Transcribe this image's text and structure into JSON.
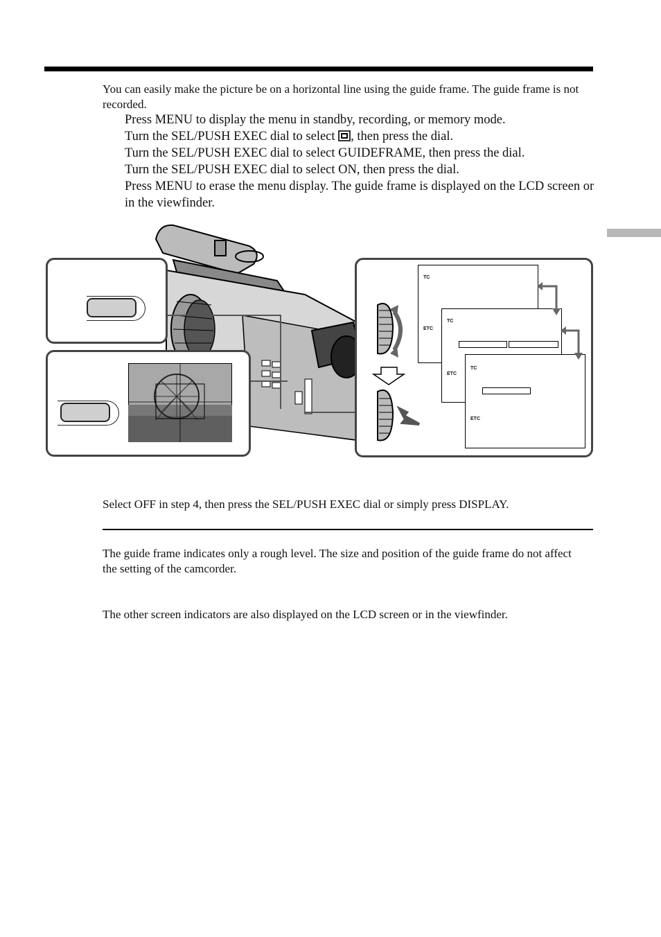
{
  "intro": "You can easily make the picture be on a horizontal line using the guide frame. The guide frame is not recorded.",
  "steps": [
    "Press MENU to display the menu in standby, recording, or memory mode.",
    "Turn the SEL/PUSH EXEC dial to select",
    ", then press the dial.",
    "Turn the SEL/PUSH EXEC dial to select GUIDEFRAME, then press the dial.",
    "Turn the SEL/PUSH EXEC dial to select ON, then press the dial.",
    "Press MENU to erase the menu display. The guide frame is displayed on the LCD screen or in the viewfinder."
  ],
  "menu_icons": [
    "TC",
    "ETC"
  ],
  "cancel_text": "Select OFF in step 4, then press the SEL/PUSH EXEC dial or simply press DISPLAY.",
  "note1": "The guide frame indicates only a rough level. The size and position of the guide frame do not affect the setting of the camcorder.",
  "note2": "The other screen indicators are also displayed on the LCD screen or in the viewfinder."
}
